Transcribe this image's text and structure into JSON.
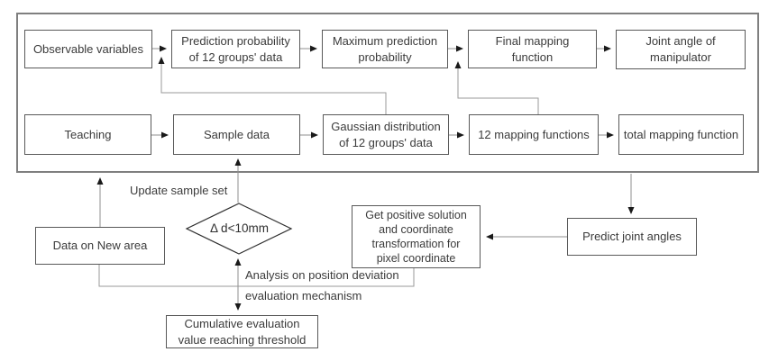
{
  "flowchart": {
    "top_row": [
      {
        "label": "Observable variables"
      },
      {
        "label": "Prediction probability\nof 12 groups' data"
      },
      {
        "label": "Maximum prediction\nprobability"
      },
      {
        "label": "Final mapping\nfunction"
      },
      {
        "label": "Joint angle of\nmanipulator"
      }
    ],
    "middle_row": [
      {
        "label": "Teaching"
      },
      {
        "label": "Sample data"
      },
      {
        "label": "Gaussian distribution\nof 12 groups' data"
      },
      {
        "label": "12 mapping functions"
      },
      {
        "label": "total mapping function"
      }
    ],
    "decision": {
      "label": "Δ d<10mm"
    },
    "bottom_nodes": [
      {
        "label": "Data on New area"
      },
      {
        "label": "Get positive solution\nand coordinate\ntransformation for\npixel coordinate"
      },
      {
        "label": "Predict joint angles"
      },
      {
        "label": "Cumulative evaluation\nvalue reaching threshold"
      }
    ],
    "edge_labels": {
      "update": "Update sample set",
      "analysis": "Analysis on position deviation",
      "evaluation": "evaluation mechanism"
    },
    "colors": {
      "background": "#ffffff",
      "box_border": "#595959",
      "container_border": "#7f7f7f",
      "connector": "#8f8f8f",
      "arrowhead": "#1a1a1a",
      "text": "#3b3b3b"
    }
  }
}
